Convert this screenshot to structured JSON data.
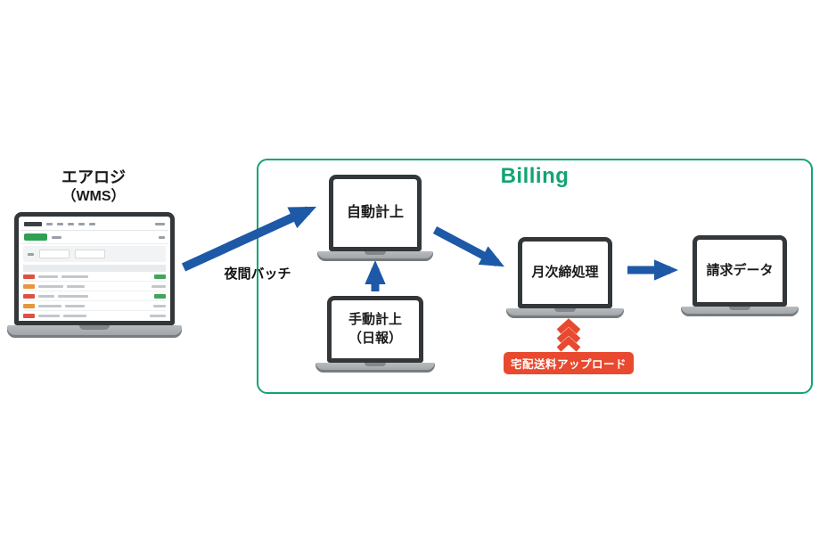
{
  "diagram": {
    "title": "Billing",
    "wms": {
      "label_line1": "エアロジ",
      "label_line2": "（WMS）"
    },
    "night_batch_label": "夜間バッチ",
    "nodes": {
      "auto_label": "自動計上",
      "manual_label_line1": "手動計上",
      "manual_label_line2": "（日報）",
      "monthly_label": "月次締処理",
      "invoice_label": "請求データ"
    },
    "upload_badge_label": "宅配送料アップロード",
    "colors": {
      "arrow_blue": "#1d59a6",
      "billing_green": "#12a473",
      "badge_red": "#e8492f"
    }
  }
}
